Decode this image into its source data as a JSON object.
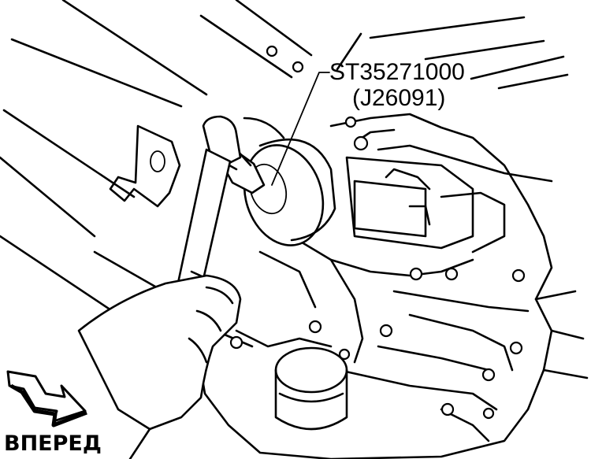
{
  "callout": {
    "part_number": "ST35271000",
    "alt_part_number": "(J26091)"
  },
  "direction": {
    "label": "ВПЕРЕД"
  },
  "icons": {
    "direction_arrow": "forward-arrow-icon"
  }
}
